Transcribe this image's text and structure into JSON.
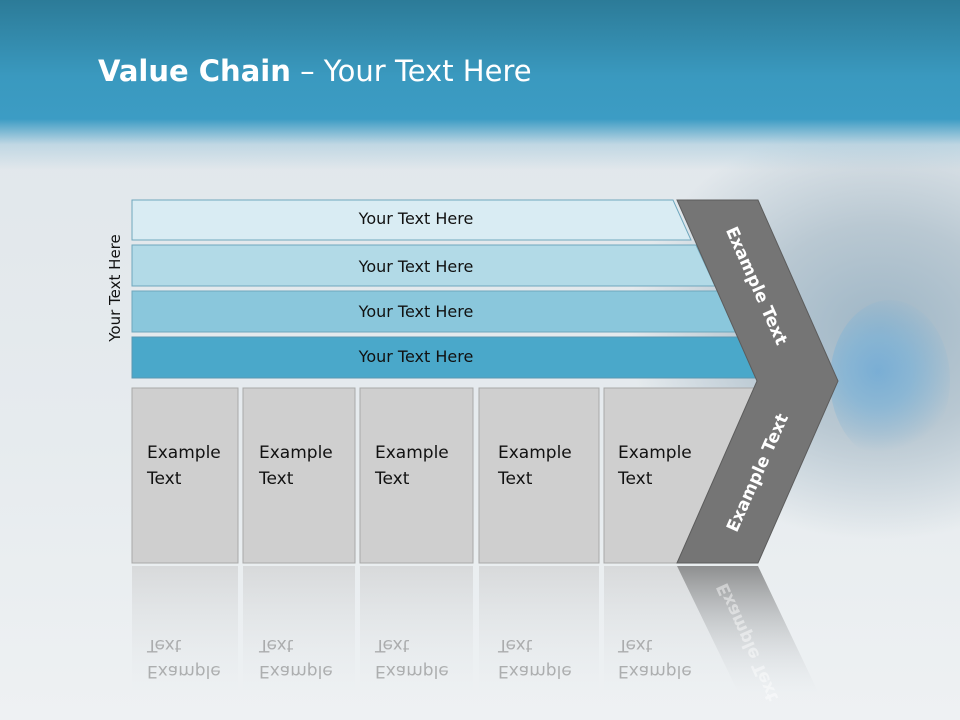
{
  "slide": {
    "title_bold": "Value Chain",
    "title_rest": " – Your Text Here",
    "side_label": "Your Text Here"
  },
  "bands": [
    {
      "label": "Your Text Here",
      "color": "#d9ecf3"
    },
    {
      "label": "Your Text Here",
      "color": "#b2dae7"
    },
    {
      "label": "Your Text Here",
      "color": "#8ac7dc"
    },
    {
      "label": "Your Text Here",
      "color": "#4aa8ca"
    }
  ],
  "cells": [
    {
      "line1": "Example",
      "line2": "Text"
    },
    {
      "line1": "Example",
      "line2": "Text"
    },
    {
      "line1": "Example",
      "line2": "Text"
    },
    {
      "line1": "Example",
      "line2": "Text"
    },
    {
      "line1": "Example",
      "line2": "Text"
    }
  ],
  "chevron": {
    "upper_label": "Example Text",
    "lower_label": "Example Text",
    "color": "#757575"
  },
  "colors": {
    "cell_fill": "#cfcfcf",
    "cell_border": "#a9a9a9",
    "header_blue": "#3a99bf"
  }
}
